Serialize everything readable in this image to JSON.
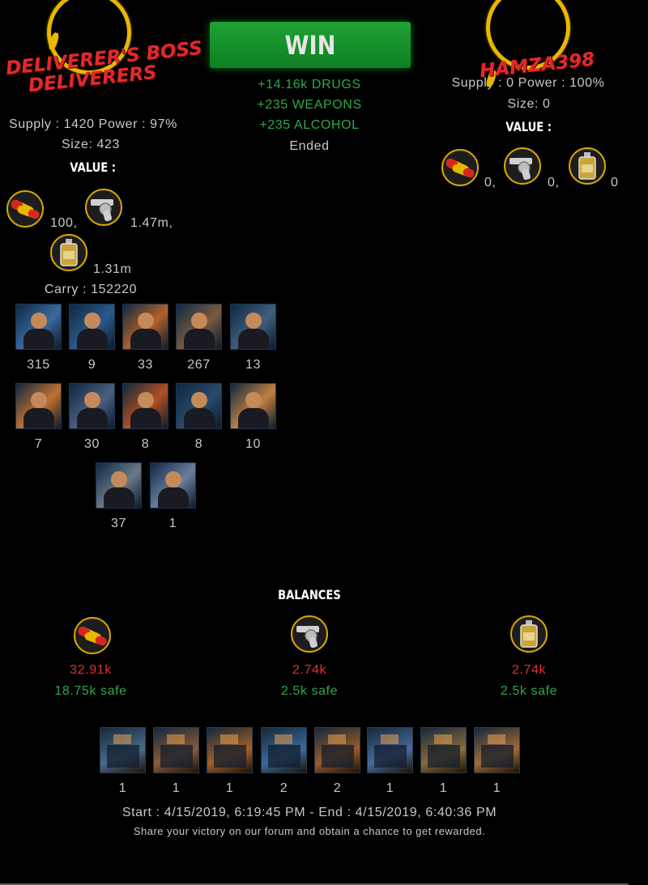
{
  "attacker": {
    "name_line1": "DELIVERER'S BOSS",
    "name_line2": "DELIVERERS",
    "supply_power": "Supply : 1420 Power : 97%",
    "size": "Size: 423",
    "value_heading": "VALUE :",
    "value_drugs": "100,",
    "value_weapons": "1.47m,",
    "value_alcohol": "1.31m",
    "carry": "Carry : 152220",
    "units": [
      {
        "count": "315",
        "name": "unit-1",
        "color": "#3a6aa0"
      },
      {
        "count": "9",
        "name": "unit-2",
        "color": "#2a5a8a"
      },
      {
        "count": "33",
        "name": "unit-3",
        "color": "#b3602a"
      },
      {
        "count": "267",
        "name": "unit-4",
        "color": "#7a5a40"
      },
      {
        "count": "13",
        "name": "unit-5",
        "color": "#3f5f7f"
      },
      {
        "count": "7",
        "name": "unit-6",
        "color": "#c07030"
      },
      {
        "count": "30",
        "name": "unit-7",
        "color": "#4a5f80"
      },
      {
        "count": "8",
        "name": "unit-8",
        "color": "#b35020"
      },
      {
        "count": "8",
        "name": "unit-9",
        "color": "#2a4a6a"
      },
      {
        "count": "10",
        "name": "unit-10",
        "color": "#c08040"
      },
      {
        "count": "37",
        "name": "unit-11",
        "color": "#6a7a8a"
      },
      {
        "count": "1",
        "name": "unit-12",
        "color": "#6a7fa0"
      }
    ]
  },
  "defender": {
    "name": "HAMZA398",
    "supply_power": "Supply : 0 Power : 100%",
    "size": "Size: 0",
    "value_heading": "VALUE :",
    "value_drugs": "0,",
    "value_weapons": "0,",
    "value_alcohol": "0"
  },
  "result": {
    "label": "WIN",
    "gain_drugs": "+14.16k DRUGS",
    "gain_weapons": "+235 WEAPONS",
    "gain_alcohol": "+235 ALCOHOL",
    "status": "Ended"
  },
  "balances": {
    "heading": "BALANCES",
    "drugs": {
      "total": "32.91k",
      "safe": "18.75k safe"
    },
    "weapons": {
      "total": "2.74k",
      "safe": "2.5k safe"
    },
    "alcohol": {
      "total": "2.74k",
      "safe": "2.5k safe"
    }
  },
  "buildings": [
    {
      "count": "1",
      "color": "#4a6a8a"
    },
    {
      "count": "1",
      "color": "#8a5a3a"
    },
    {
      "count": "1",
      "color": "#a0602a"
    },
    {
      "count": "2",
      "color": "#3a6a9a"
    },
    {
      "count": "2",
      "color": "#9a5a2a"
    },
    {
      "count": "1",
      "color": "#4a6a9a"
    },
    {
      "count": "1",
      "color": "#8a6a3a"
    },
    {
      "count": "1",
      "color": "#a06a3a"
    }
  ],
  "footer": {
    "timespan": "Start : 4/15/2019, 6:19:45 PM - End : 4/15/2019, 6:40:36 PM",
    "share": "Share your victory on our forum and obtain a chance to get rewarded."
  },
  "colors": {
    "win_green": "#1ea234",
    "gain_green": "#2ea84a",
    "name_red": "#e02a2a",
    "balance_red": "#df3030",
    "ring_gold": "#e8b800"
  },
  "icons": {
    "drugs": "pills-icon",
    "weapons": "revolver-icon",
    "alcohol": "bottle-icon"
  }
}
